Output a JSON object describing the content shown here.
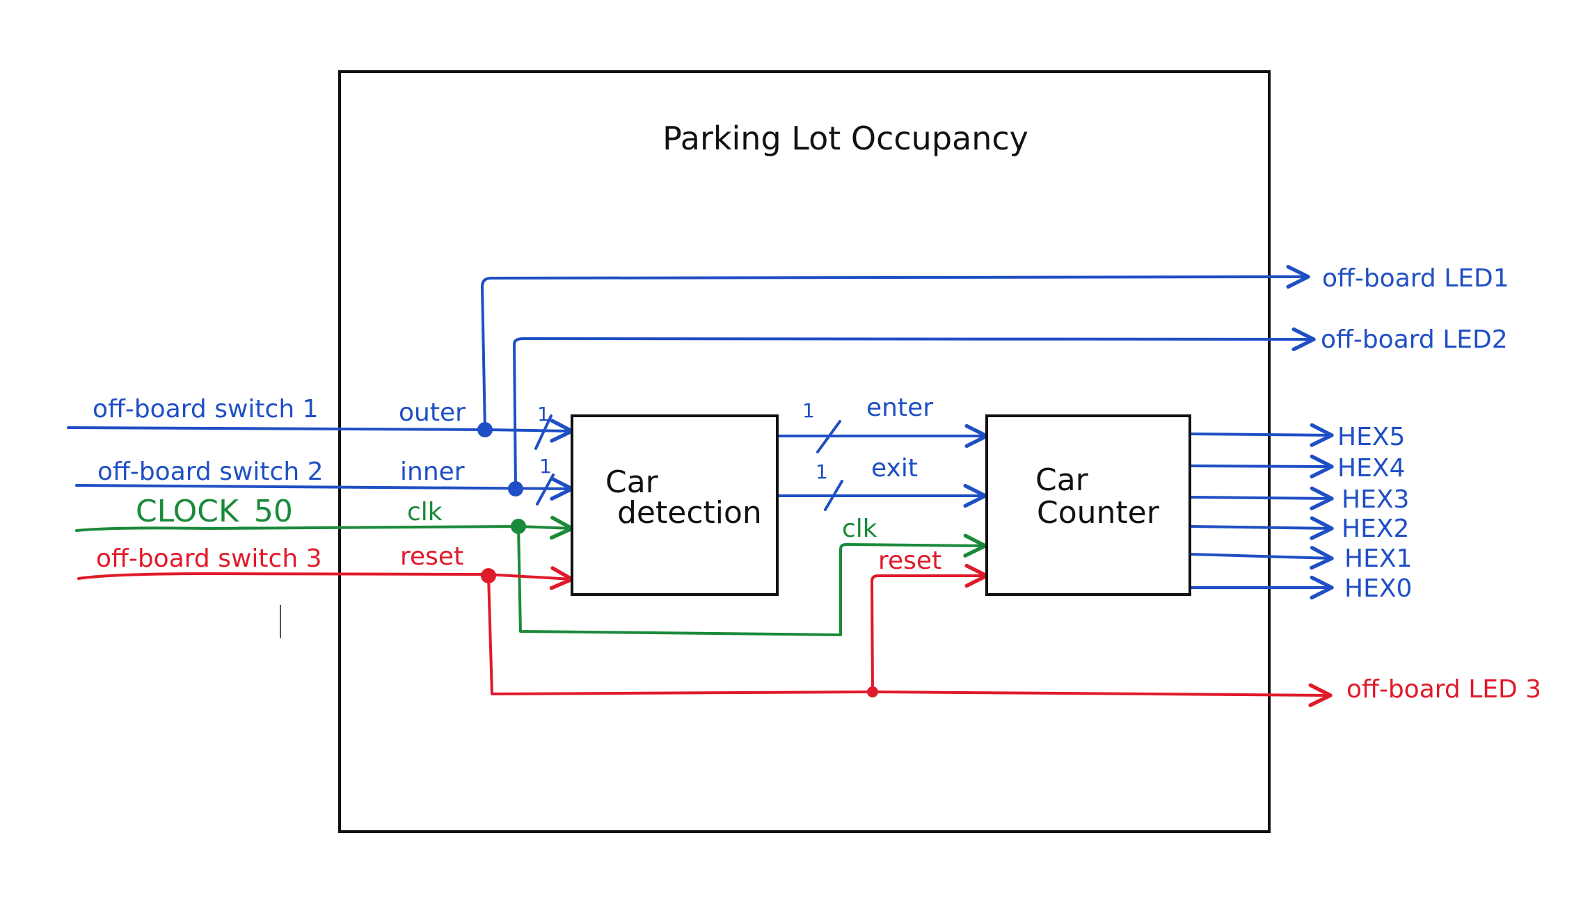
{
  "colors": {
    "blue": "#1f4fc4",
    "green": "#1a8a3a",
    "red": "#e01a2a",
    "ink": "#111111"
  },
  "title": "Parking Lot Occupancy",
  "blocks": {
    "car_detection": {
      "line1": "Car",
      "line2": "detection"
    },
    "car_counter": {
      "line1": "Car",
      "line2": "Counter"
    }
  },
  "external_inputs": {
    "switch1": "off-board switch 1",
    "switch2": "off-board switch 2",
    "clock": "CLOCK_50",
    "switch3": "off-board switch 3"
  },
  "internal_ports": {
    "outer": "outer",
    "inner": "inner",
    "clk": "clk",
    "reset": "reset",
    "enter": "enter",
    "exit": "exit",
    "counter_clk": "clk",
    "counter_reset": "reset"
  },
  "bus_widths": {
    "outer": "1",
    "inner": "1",
    "enter": "1",
    "exit": "1"
  },
  "outputs": {
    "led1": "off-board LED1",
    "led2": "off-board LED2",
    "led3": "off-board LED 3",
    "hex": [
      "HEX5",
      "HEX4",
      "HEX3",
      "HEX2",
      "HEX1",
      "HEX0"
    ]
  }
}
